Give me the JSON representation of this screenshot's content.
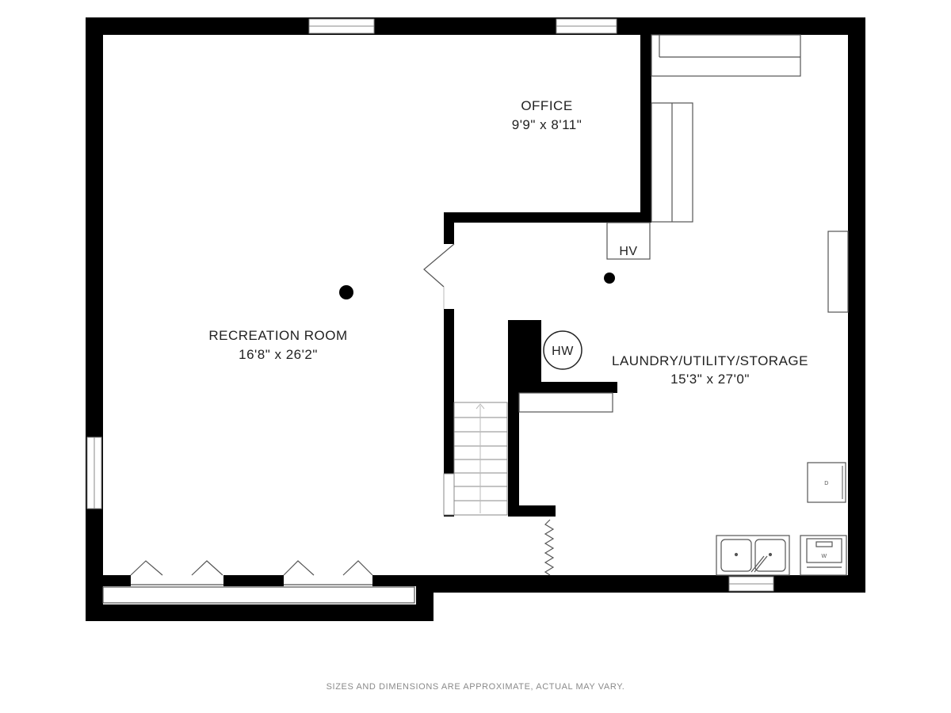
{
  "rooms": {
    "office": {
      "name": "OFFICE",
      "dims": "9'9\" x 8'11\""
    },
    "recreation": {
      "name": "RECREATION ROOM",
      "dims": "16'8\" x 26'2\""
    },
    "laundry": {
      "name": "LAUNDRY/UTILITY/STORAGE",
      "dims": "15'3\" x 27'0\""
    }
  },
  "fixtures": {
    "hv": "HV",
    "hw": "HW",
    "dryer": "D",
    "washer": "W"
  },
  "footer": {
    "disclaimer": "SIZES AND DIMENSIONS ARE APPROXIMATE, ACTUAL MAY VARY."
  }
}
